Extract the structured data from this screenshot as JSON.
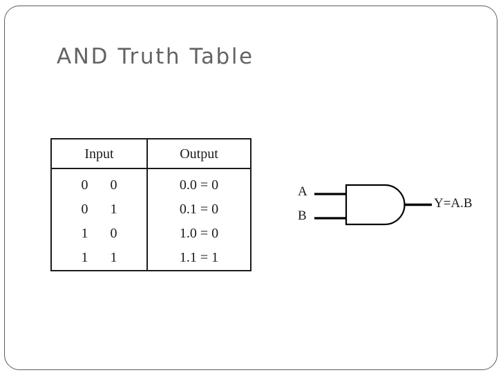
{
  "slide": {
    "title": "AND Truth Table",
    "title_color": "#636363",
    "frame_color": "#5a5a66",
    "background": "#ffffff"
  },
  "truth_table": {
    "headers": [
      "Input",
      "Output"
    ],
    "rows": [
      {
        "input_a": "0",
        "input_b": "0",
        "output": "0.0 = 0"
      },
      {
        "input_a": "0",
        "input_b": "1",
        "output": "0.1 = 0"
      },
      {
        "input_a": "1",
        "input_b": "0",
        "output": "1.0 = 0"
      },
      {
        "input_a": "1",
        "input_b": "1",
        "output": "1.1 = 1"
      }
    ],
    "border_color": "#1a1a1a"
  },
  "gate_diagram": {
    "gate_type": "and-gate",
    "input_a_label": "A",
    "input_b_label": "B",
    "output_label": "Y=A.B",
    "line_color": "#000000"
  }
}
